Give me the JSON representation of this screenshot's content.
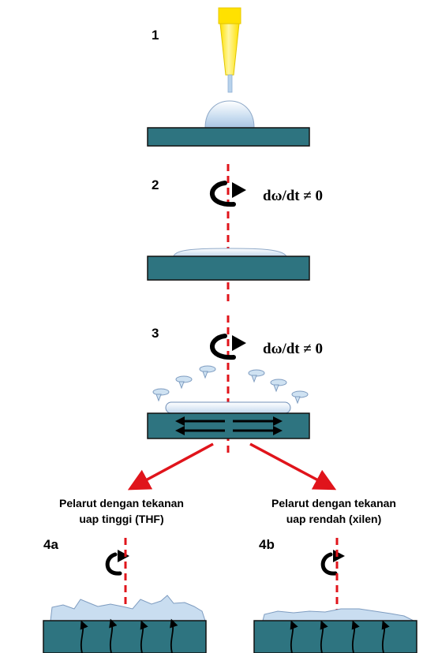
{
  "steps": {
    "s1": {
      "label": "1"
    },
    "s2": {
      "label": "2",
      "formula": "dω/dt ≠ 0"
    },
    "s3": {
      "label": "3",
      "formula": "dω/dt ≠ 0"
    },
    "s4a": {
      "label": "4a",
      "caption_line1": "Pelarut dengan tekanan",
      "caption_line2": "uap tinggi (THF)"
    },
    "s4b": {
      "label": "4b",
      "caption_line1": "Pelarut dengan tekanan",
      "caption_line2": "uap rendah (xilen)"
    }
  },
  "colors": {
    "substrate": "#2E7480",
    "substrate_stroke": "#111111",
    "axis": "#E0141B",
    "arrow_red": "#E0141B",
    "pipette": "#FFE51F",
    "drop": "#C9DDF0",
    "film": "#D6E4F5"
  }
}
